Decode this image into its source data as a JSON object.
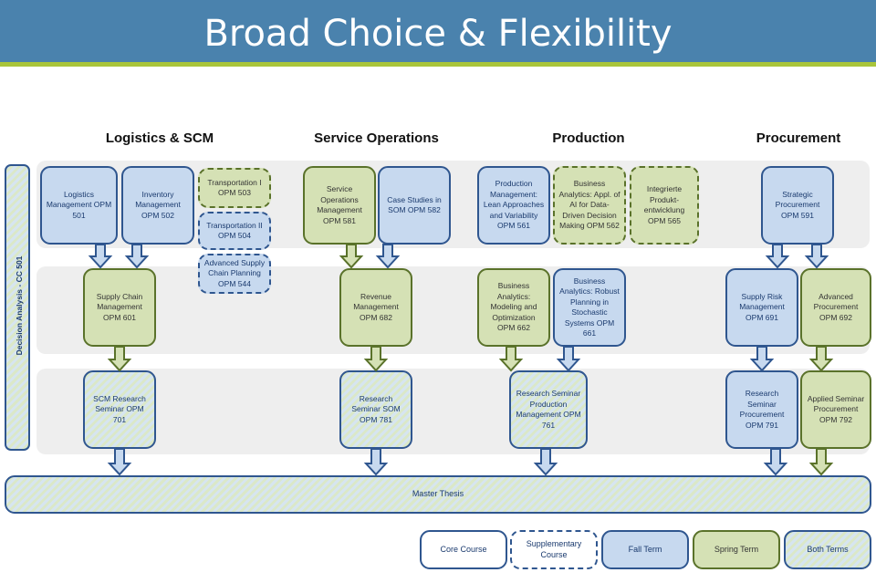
{
  "title": "Broad Choice & Flexibility",
  "columns": {
    "logistics": "Logistics & SCM",
    "service": "Service Operations",
    "production": "Production",
    "procurement": "Procurement"
  },
  "decision_analysis": "Decision Analysis - CC 501",
  "courses": {
    "opm501": "Logistics Management OPM 501",
    "opm502": "Inventory Management OPM 502",
    "opm503": "Transportation I OPM 503",
    "opm504": "Transportation II OPM 504",
    "opm544": "Advanced Supply Chain Planning OPM 544",
    "opm601": "Supply Chain Management OPM 601",
    "opm701": "SCM Research Seminar OPM 701",
    "opm581": "Service Operations Management OPM 581",
    "opm582": "Case Studies in SOM OPM 582",
    "opm682": "Revenue Management OPM 682",
    "opm781": "Research Seminar SOM OPM 781",
    "opm561": "Production Management: Lean Approaches and Variability OPM 561",
    "opm562": "Business Analytics: Appl. of AI for Data-Driven Decision Making OPM 562",
    "opm565": "Integrierte Produkt-entwicklung OPM 565",
    "opm662": "Business Analytics: Modeling and Optimization OPM 662",
    "opm661": "Business Analytics: Robust Planning in Stochastic Systems OPM 661",
    "opm761": "Research Seminar Production Management OPM 761",
    "opm591": "Strategic Procurement OPM 591",
    "opm691": "Supply Risk Management OPM 691",
    "opm692": "Advanced Procurement OPM 692",
    "opm791": "Research Seminar Procurement OPM 791",
    "opm792": "Applied Seminar Procurement OPM 792"
  },
  "master_thesis": "Master Thesis",
  "legend": {
    "core": "Core Course",
    "supplementary": "Supplementary Course",
    "fall": "Fall Term",
    "spring": "Spring Term",
    "both": "Both Terms"
  },
  "colors": {
    "header_bar": "#4a82ad",
    "header_accent": "#a9c53a",
    "fall_fill": "#c7d9ef",
    "fall_border": "#2f568f",
    "spring_fill": "#d5e1b5",
    "spring_border": "#5a722a"
  }
}
